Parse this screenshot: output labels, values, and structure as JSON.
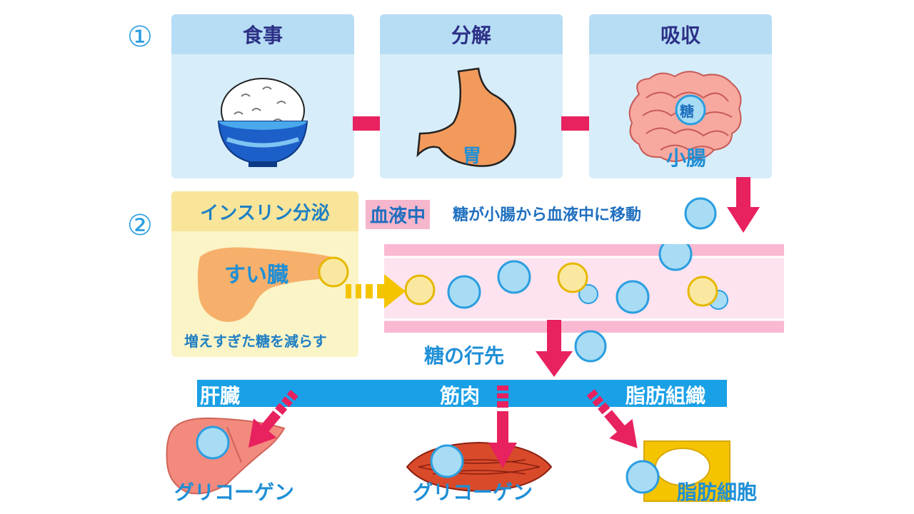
{
  "step1": {
    "number": "①",
    "panels": [
      {
        "title": "食事"
      },
      {
        "title": "分解",
        "organ_label": "胃"
      },
      {
        "title": "吸収",
        "organ_label": "小腸",
        "sugar_label": "糖"
      }
    ]
  },
  "step2": {
    "number": "②",
    "insulin_title": "インスリン分泌",
    "pancreas_label": "すい臓",
    "insulin_caption": "増えすぎた糖を減らす",
    "blood_tag": "血液中",
    "movement_text": "糖が小腸から血液中に移動",
    "destination_text": "糖の行先"
  },
  "destinations": {
    "liver": "肝臓",
    "muscle": "筋肉",
    "fat": "脂肪組織"
  },
  "results": {
    "liver": "グリコーゲン",
    "muscle": "グリコーゲン",
    "fat": "脂肪細胞"
  },
  "colors": {
    "arrow": "#e8215f",
    "insulin_arrow": "#f5c400",
    "glucose": "#a8dcf4",
    "insulin": "#fbe8a0",
    "bar": "#1aa0e6"
  }
}
